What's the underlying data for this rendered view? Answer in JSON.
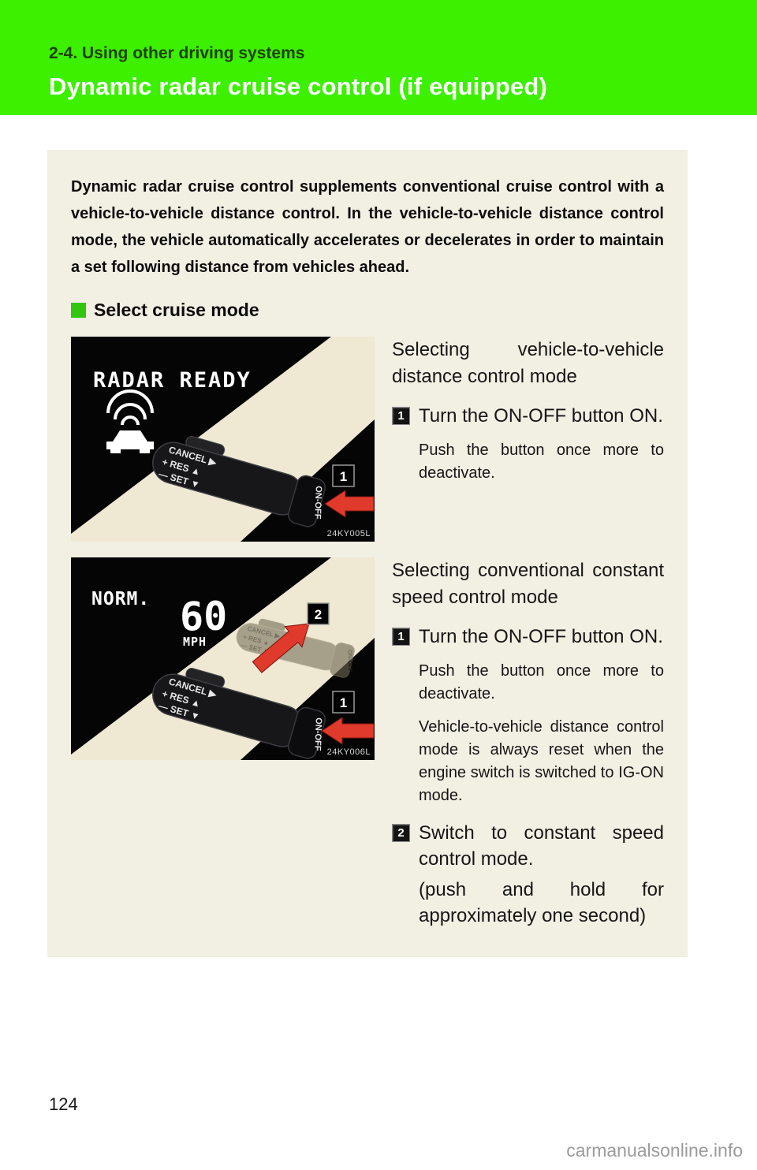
{
  "colors": {
    "header_green": "#3CF000",
    "header_label_text": "#1E4000",
    "header_title_text": "#FFFFFF",
    "panel_bg": "#F2EFE3",
    "bullet_green": "#33C60F",
    "arrow_red": "#DF3A2B",
    "figure_beige": "#EFE8D2",
    "figure_black": "#050505"
  },
  "header": {
    "section_label": "2-4. Using other driving systems",
    "title": "Dynamic radar cruise control (if equipped)"
  },
  "intro": "Dynamic radar cruise control supplements conventional cruise control with a vehicle-to-vehicle distance control. In the vehicle-to-vehicle distance control mode, the vehicle automatically accelerates or decelerates in order to maintain a set following distance from vehicles ahead.",
  "select_mode_heading": "Select cruise mode",
  "stalk": {
    "cancel": "CANCEL ▶",
    "res": "+ RES ▲",
    "set": "— SET ▼",
    "onoff": "ON-OFF"
  },
  "figure1": {
    "display_text": "RADAR READY",
    "badge1": "1",
    "code": "24KY005L"
  },
  "figure2": {
    "display_mode": "NORM.",
    "display_speed": "60",
    "display_unit": "MPH",
    "badge1": "1",
    "badge2": "2",
    "code": "24KY006L"
  },
  "block1": {
    "heading": "Selecting vehicle-to-vehicle distance control mode",
    "step1_num": "1",
    "step1_text": "Turn the ON-OFF button ON.",
    "step1_note": "Push the button once more to deactivate."
  },
  "block2": {
    "heading": "Selecting conventional constant speed control mode",
    "step1_num": "1",
    "step1_text": "Turn the ON-OFF button ON.",
    "step1_note": "Push the button once more to deactivate.",
    "step1_note2": "Vehicle-to-vehicle distance control mode is always reset when the engine switch is switched to IG-ON mode.",
    "step2_num": "2",
    "step2_text": "Switch to constant speed control mode.",
    "step2_sub": "(push and hold for approximately one second)"
  },
  "footer": {
    "page_number": "124",
    "watermark": "carmanualsonline.info"
  }
}
